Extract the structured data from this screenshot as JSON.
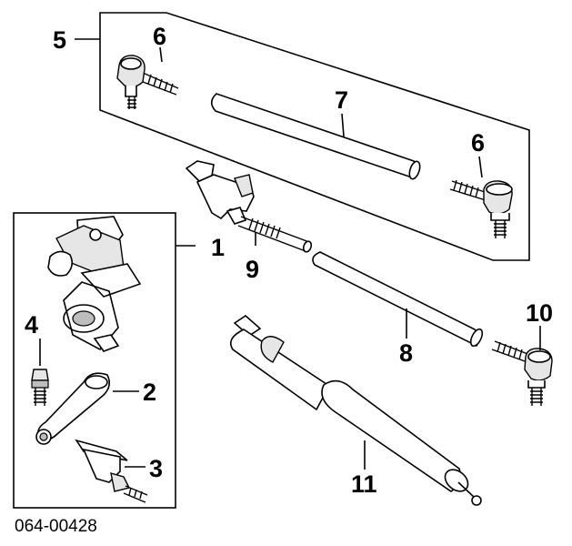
{
  "diagram": {
    "figure_code": "064-00428",
    "callouts": {
      "c1": "1",
      "c2": "2",
      "c3": "3",
      "c4": "4",
      "c5": "5",
      "c6a": "6",
      "c6b": "6",
      "c7": "7",
      "c8": "8",
      "c9": "9",
      "c10": "10",
      "c11": "11"
    }
  }
}
